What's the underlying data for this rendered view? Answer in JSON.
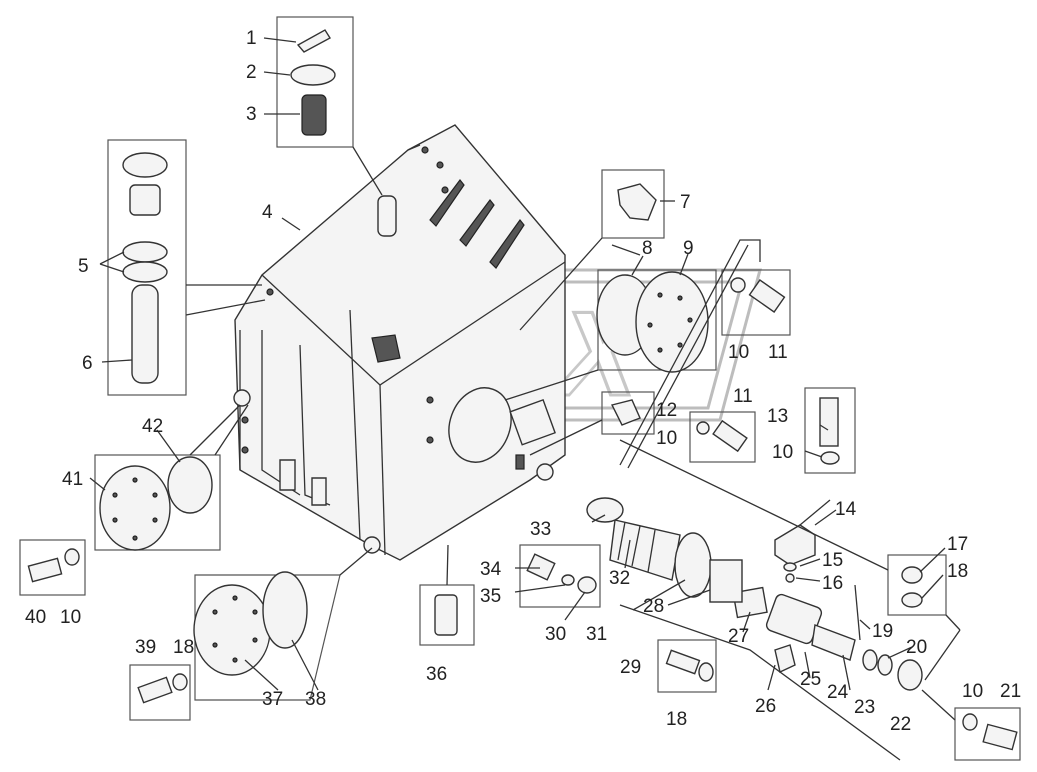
{
  "watermark": "OPEX",
  "labels": [
    "1",
    "2",
    "3",
    "4",
    "5",
    "6",
    "7",
    "8",
    "9",
    "10",
    "11",
    "12",
    "13",
    "14",
    "15",
    "16",
    "17",
    "18",
    "19",
    "20",
    "21",
    "22",
    "23",
    "24",
    "25",
    "26",
    "27",
    "28",
    "29",
    "30",
    "31",
    "32",
    "33",
    "34",
    "35",
    "36",
    "37",
    "38",
    "39",
    "40",
    "41",
    "42"
  ],
  "repeated_labels": {
    "l10": "10",
    "l11": "11",
    "l18": "18"
  }
}
